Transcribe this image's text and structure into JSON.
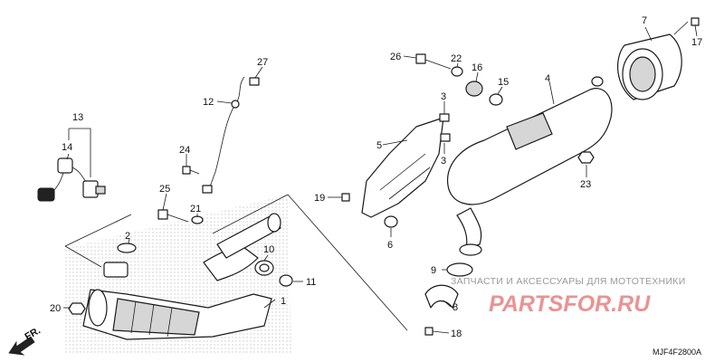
{
  "callouts": {
    "c1": "1",
    "c2": "2",
    "c3a": "3",
    "c3b": "3",
    "c4": "4",
    "c5": "5",
    "c6": "6",
    "c7": "7",
    "c8": "8",
    "c9": "9",
    "c10": "10",
    "c11": "11",
    "c12": "12",
    "c13": "13",
    "c14": "14",
    "c15": "15",
    "c16": "16",
    "c17": "17",
    "c18": "18",
    "c19": "19",
    "c20": "20",
    "c21": "21",
    "c22": "22",
    "c23": "23",
    "c24": "24",
    "c25": "25",
    "c26": "26",
    "c27": "27"
  },
  "direction_label": "FR.",
  "diagram_code": "MJF4F2800A",
  "watermark": {
    "tagline": "ЗАПЧАСТИ И АКСЕССУАРЫ ДЛЯ МОТОТЕХНИКИ",
    "logo": "PARTSFOR.RU"
  },
  "colors": {
    "ink": "#1a1a1a",
    "watermark_red": "#d93c3c",
    "stipple": "#c8c8c8"
  }
}
